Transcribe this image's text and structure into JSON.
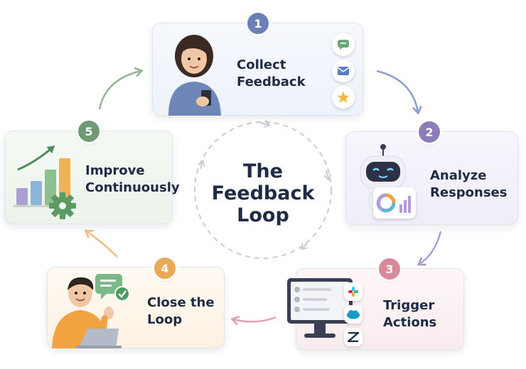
{
  "title": "The\nFeedback\nLoop",
  "colors": {
    "step1": "#6b80b8",
    "step2": "#8c7cb8",
    "step3": "#d78a9a",
    "step4": "#e8a95a",
    "step5": "#6f9a72",
    "dashed": "#c9ccd3"
  },
  "steps": [
    {
      "number": "1",
      "label": "Collect\nFeedback",
      "icons": [
        "chat-icon",
        "mail-icon",
        "star-icon"
      ]
    },
    {
      "number": "2",
      "label": "Analyze\nResponses",
      "icons": [
        "robot-icon",
        "donut-chart-icon",
        "bar-chart-icon"
      ]
    },
    {
      "number": "3",
      "label": "Trigger\nActions",
      "icons": [
        "monitor-icon",
        "slack-icon",
        "salesforce-icon",
        "zendesk-icon"
      ]
    },
    {
      "number": "4",
      "label": "Close the\nLoop",
      "icons": [
        "person-laptop-icon",
        "message-check-icon"
      ]
    },
    {
      "number": "5",
      "label": "Improve\nContinuously",
      "icons": [
        "growth-chart-icon",
        "gear-icon"
      ]
    }
  ]
}
